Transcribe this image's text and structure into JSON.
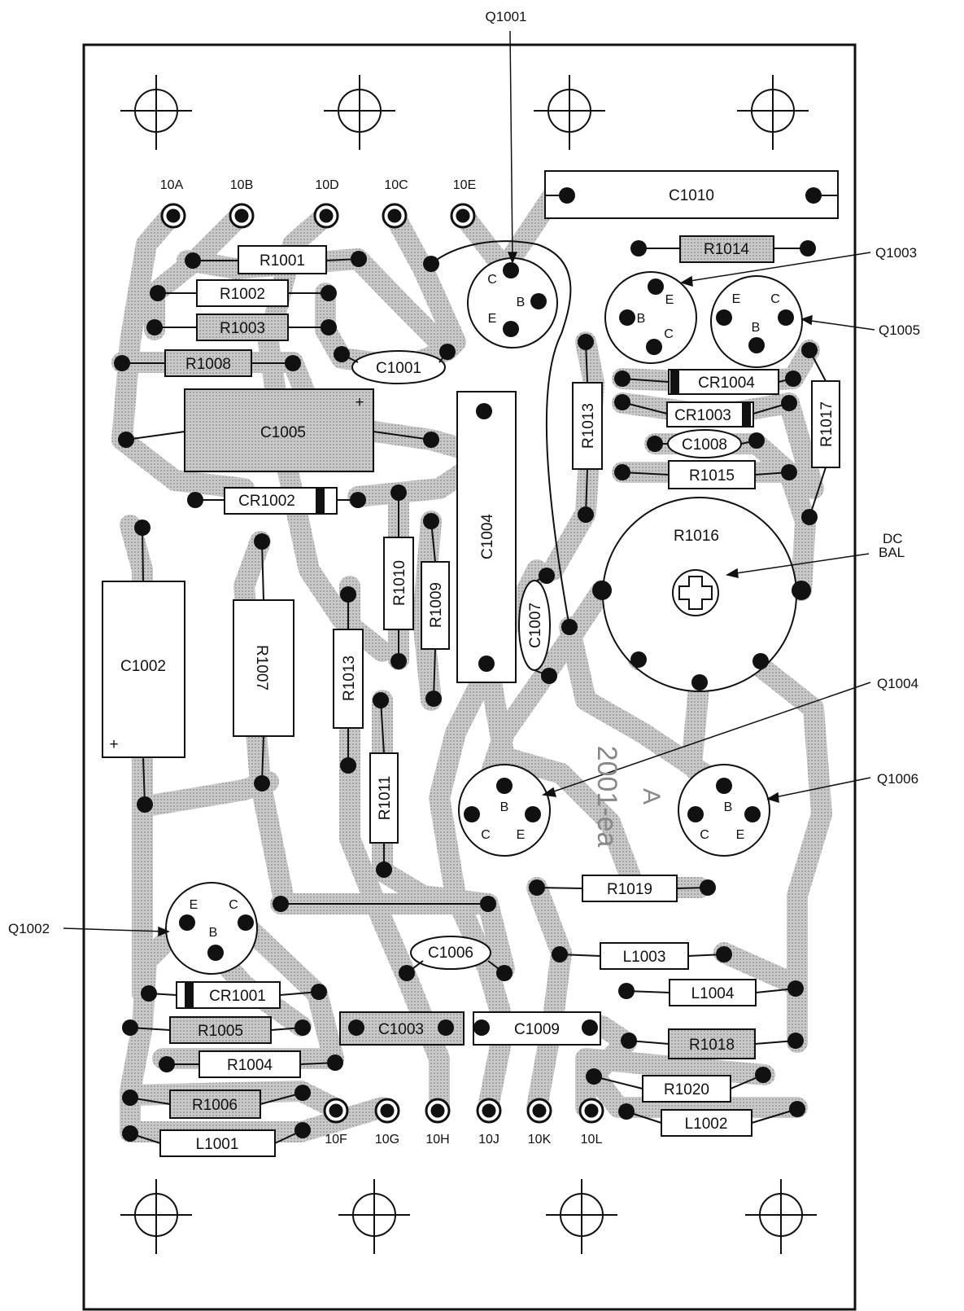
{
  "diagram": {
    "board_mark": "2001-ea",
    "board_rev": "A",
    "colors": {
      "trace": "#bdbdbd",
      "ink": "#111111",
      "board": "#ffffff"
    },
    "callouts": {
      "q1001": "Q1001",
      "q1002": "Q1002",
      "q1003": "Q1003",
      "q1004": "Q1004",
      "q1005": "Q1005",
      "q1006": "Q1006",
      "dcbal_1": "DC",
      "dcbal_2": "BAL"
    },
    "terminals": {
      "t10a": "10A",
      "t10b": "10B",
      "t10d": "10D",
      "t10c": "10C",
      "t10e": "10E",
      "t10f": "10F",
      "t10g": "10G",
      "t10h": "10H",
      "t10j": "10J",
      "t10k": "10K",
      "t10l": "10L"
    },
    "components": {
      "c1010": "C1010",
      "r1014": "R1014",
      "r1001": "R1001",
      "r1002": "R1002",
      "r1003": "R1003",
      "r1008": "R1008",
      "c1001": "C1001",
      "c1005": "C1005",
      "c1005_pol": "+",
      "cr1002": "CR1002",
      "cr1004": "CR1004",
      "cr1003": "CR1003",
      "c1008": "C1008",
      "r1015": "R1015",
      "r1017": "R1017",
      "r1013a": "R1013",
      "r1016": "R1016",
      "c1004": "C1004",
      "c1007": "C1007",
      "r1010": "R1010",
      "r1009": "R1009",
      "c1002": "C1002",
      "c1002_pol": "+",
      "r1007": "R1007",
      "r1013b": "R1013",
      "r1011": "R1011",
      "r1019": "R1019",
      "c1006": "C1006",
      "l1003": "L1003",
      "l1004": "L1004",
      "r1018": "R1018",
      "cr1001": "CR1001",
      "r1005": "R1005",
      "r1004": "R1004",
      "c1003": "C1003",
      "c1009": "C1009",
      "r1006": "R1006",
      "l1001": "L1001",
      "r1020": "R1020",
      "l1002": "L1002"
    },
    "pins": {
      "q1001_c": "C",
      "q1001_b": "B",
      "q1001_e": "E",
      "q1003_e": "E",
      "q1003_b": "B",
      "q1003_c": "C",
      "q1005_e": "E",
      "q1005_c": "C",
      "q1005_b": "B",
      "q1004_b": "B",
      "q1004_c": "C",
      "q1004_e": "E",
      "q1006_b": "B",
      "q1006_c": "C",
      "q1006_e": "E",
      "q1002_e": "E",
      "q1002_c": "C",
      "q1002_b": "B"
    }
  }
}
